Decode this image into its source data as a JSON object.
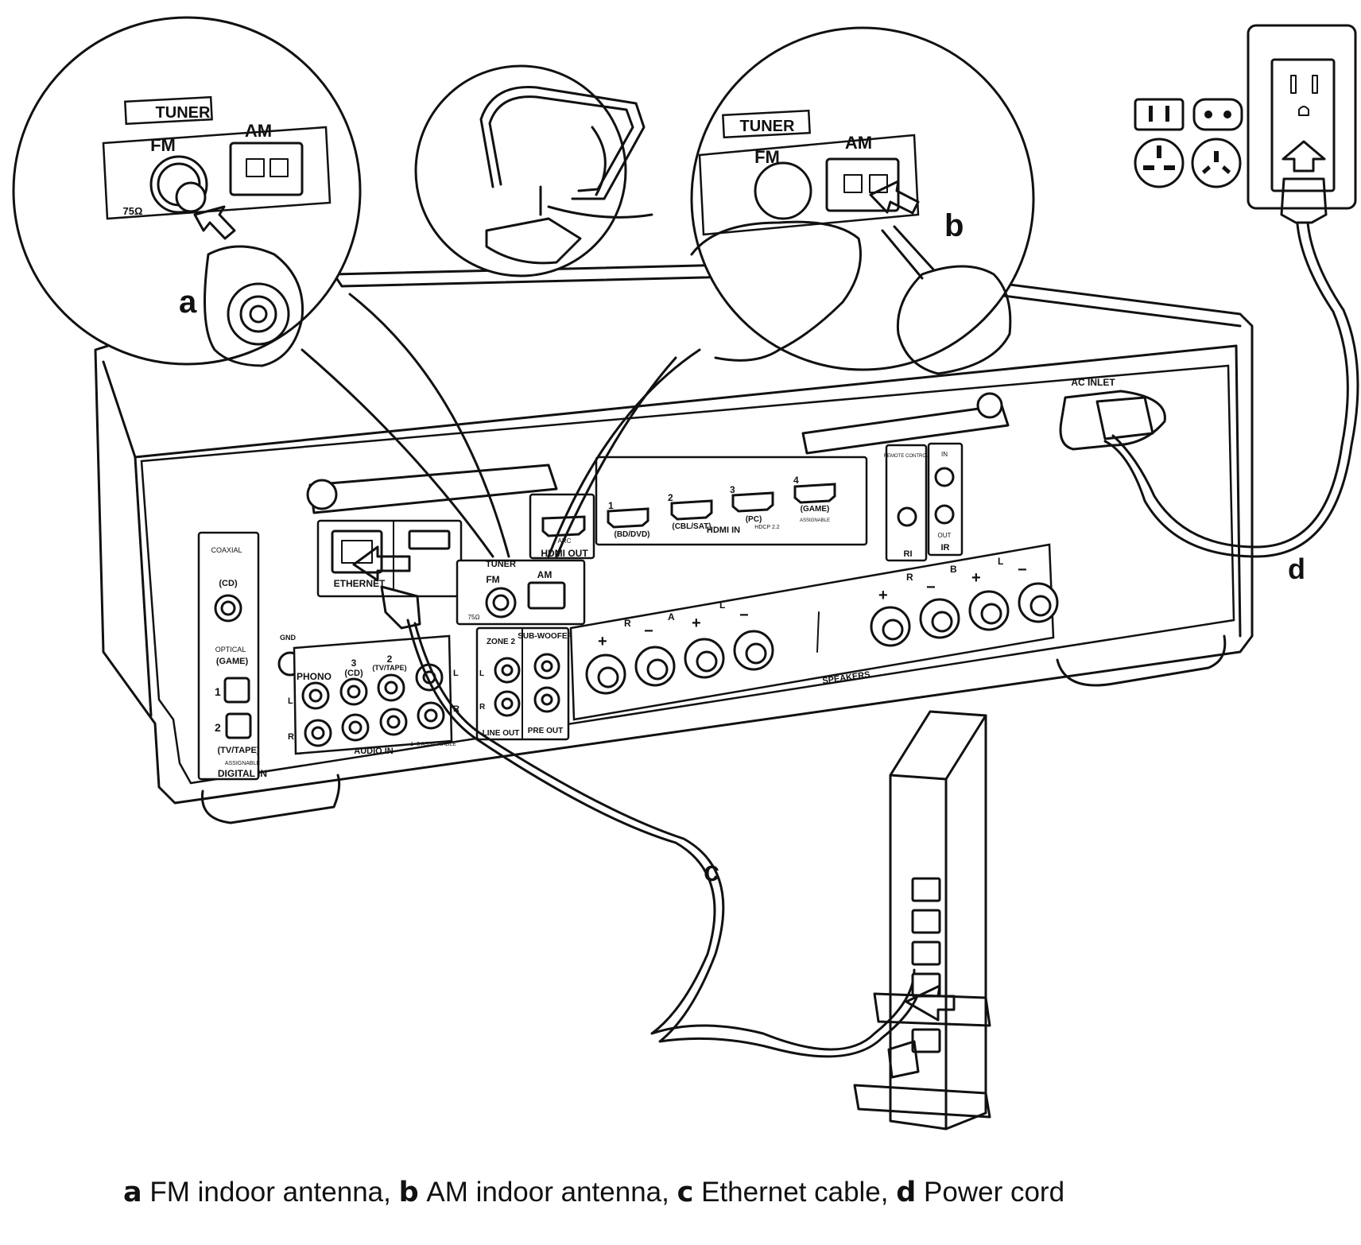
{
  "labels": {
    "a": "a",
    "b": "b",
    "c": "c",
    "d": "d"
  },
  "inset_fm": {
    "tuner": "TUNER",
    "fm": "FM",
    "am": "AM",
    "ohm": "75Ω"
  },
  "inset_am": {
    "tuner": "TUNER",
    "fm": "FM",
    "am": "AM"
  },
  "panel": {
    "ac_inlet": "AC INLET",
    "remote_control": "REMOTE CONTROL",
    "ri": "RI",
    "ir": "IR",
    "ir_in": "IN",
    "ir_out": "OUT",
    "coaxial": "COAXIAL",
    "coaxial_cd": "(CD)",
    "optical": "OPTICAL",
    "optical_game": "(GAME)",
    "optical_1": "1",
    "optical_2": "2",
    "optical_tvtape": "(TV/TAPE)",
    "assignable_small": "ASSIGNABLE",
    "digital_in": "DIGITAL IN",
    "ethernet": "ETHERNET",
    "hdmi_out": "HDMI OUT",
    "arc": "ARC",
    "hdmi_in": "HDMI IN",
    "hdcp": "HDCP 2.2",
    "assignable": "ASSIGNABLE",
    "hdmi1": "1",
    "hdmi1_label": "(BD/DVD)",
    "hdmi2": "2",
    "hdmi2_label": "(CBL/SAT)",
    "hdmi3": "3",
    "hdmi3_label": "(PC)",
    "hdmi4": "4",
    "hdmi4_label": "(GAME)",
    "tuner": "TUNER",
    "fm": "FM",
    "am": "AM",
    "ohm": "75Ω",
    "gnd": "GND",
    "phono": "PHONO",
    "in3": "3",
    "in3_label": "(CD)",
    "in2": "2",
    "in2_label": "(TV/TAPE)",
    "audio_in": "AUDIO IN",
    "assignable_range": "1~3 ASSIGNABLE",
    "l": "L",
    "r": "R",
    "zone2": "ZONE 2",
    "subwoofer": "SUB-WOOFER",
    "line_out": "LINE OUT",
    "pre_out": "PRE OUT",
    "speakers": "SPEAKERS",
    "speaker_a": "A",
    "speaker_b": "B",
    "plus": "+",
    "minus": "−"
  },
  "caption": {
    "a_key": "a",
    "a_text": " FM indoor antenna, ",
    "b_key": "b",
    "b_text": " AM indoor antenna, ",
    "c_key": "c",
    "c_text": " Ethernet cable, ",
    "d_key": "d",
    "d_text": " Power cord"
  }
}
